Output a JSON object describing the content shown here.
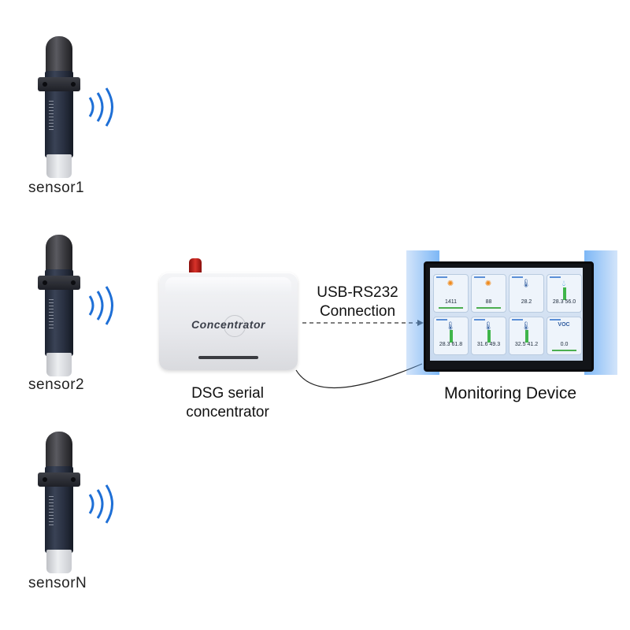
{
  "sensors": [
    {
      "label": "sensor1"
    },
    {
      "label": "sensor2"
    },
    {
      "label": "sensorN"
    }
  ],
  "concentrator": {
    "device_text": "Concentrator",
    "caption_line1": "DSG serial",
    "caption_line2": "concentrator"
  },
  "connection": {
    "line1": "USB-RS232",
    "line2": "Connection"
  },
  "monitor": {
    "title": "Monitoring Device",
    "tiles": [
      {
        "value": "1411",
        "icon": "sun-icon"
      },
      {
        "value": "88",
        "icon": "sun-icon"
      },
      {
        "value": "28.2",
        "icon": "thermometer-icon"
      },
      {
        "value": "28.3 56.0",
        "icon": "droplet-icon"
      },
      {
        "value": "28.3 61.8",
        "icon": "thermometer-icon"
      },
      {
        "value": "31.6 49.3",
        "icon": "thermometer-icon"
      },
      {
        "value": "32.5 41.2",
        "icon": "thermometer-icon"
      },
      {
        "value": "0.0",
        "icon": "voc-icon",
        "badge": "VOC"
      }
    ]
  },
  "colors": {
    "wave": "#1e6fd6",
    "antenna": "#c82a22",
    "glow": "#7fb6f2"
  }
}
